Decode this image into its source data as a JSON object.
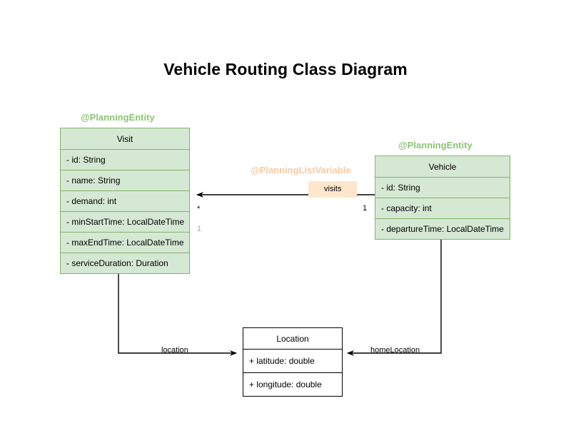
{
  "diagram": {
    "title": "Vehicle Routing Class Diagram",
    "type": "uml-class-diagram",
    "background": "#ffffff",
    "colors": {
      "entity_fill": "#d5e8d4",
      "entity_border": "#82b366",
      "entity_stereotype_text": "#8cc474",
      "list_variable_stereotype_text": "#fac9a0",
      "label_box_fill": "#ffe6cc",
      "plain_class_fill": "#ffffff",
      "plain_class_border": "#000000",
      "edge_stroke": "#000000",
      "multiplicity_accent": "#b49ad4"
    }
  },
  "classes": {
    "visit": {
      "name": "Visit",
      "stereotype": "@PlanningEntity",
      "attributes": [
        "- id: String",
        "- name: String",
        "- demand: int",
        "- minStartTime: LocalDateTime",
        "- maxEndTime: LocalDateTime",
        "- serviceDuration: Duration"
      ]
    },
    "vehicle": {
      "name": "Vehicle",
      "stereotype": "@PlanningEntity",
      "attributes": [
        "- id: String",
        "- capacity: int",
        "- departureTime: LocalDateTime"
      ]
    },
    "location": {
      "name": "Location",
      "stereotype": "",
      "attributes": [
        "+ latitude: double",
        "+ longitude: double"
      ]
    }
  },
  "associations": {
    "visits": {
      "label": "visits",
      "stereotype": "@PlanningListVariable",
      "source": "Vehicle",
      "target": "Visit",
      "source_multiplicity": "1",
      "target_multiplicity": "*",
      "extra_multiplicity": "1"
    },
    "location": {
      "label": "location",
      "source": "Visit",
      "target": "Location"
    },
    "home_location": {
      "label": "homeLocation",
      "source": "Vehicle",
      "target": "Location"
    }
  }
}
